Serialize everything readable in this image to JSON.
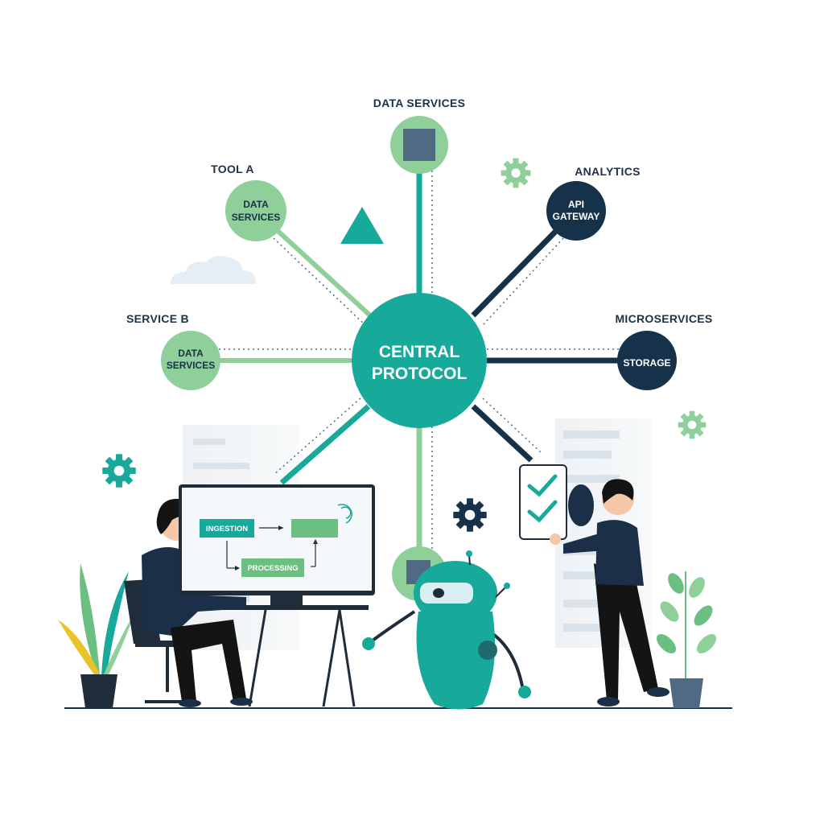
{
  "colors": {
    "teal": "#17a99a",
    "green": "#6bbf80",
    "light_green": "#8fcf9a",
    "navy": "#16314a",
    "slate": "#4f6a82",
    "label": "#1e3147"
  },
  "hub": {
    "line1": "CENTRAL",
    "line2": "PROTOCOL"
  },
  "nodes": {
    "top": {
      "label": "DATA SERVICES",
      "icon": "square-icon"
    },
    "tool_a": {
      "label": "TOOL A",
      "line1": "DATA",
      "line2": "SERVICES"
    },
    "service_b": {
      "label": "SERVICE B",
      "line1": "DATA",
      "line2": "SERVICES"
    },
    "analytics": {
      "label": "ANALYTICS",
      "line1": "API",
      "line2": "GATEWAY"
    },
    "microservices": {
      "label": "MICROSERVICES",
      "line1": "STORAGE"
    }
  },
  "monitor": {
    "box_ingestion": "INGESTION",
    "box_processing": "PROCESSING"
  },
  "icons": {
    "decor": [
      "gear-icon",
      "triangle-icon",
      "cloud-icon",
      "server-rack-icon",
      "plant-icon",
      "robot-icon",
      "checklist-icon"
    ]
  }
}
